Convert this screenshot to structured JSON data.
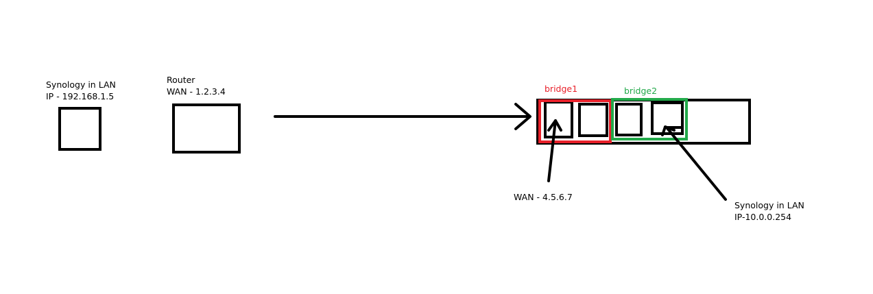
{
  "labels": {
    "synology_lan_1_line1": "Synology in LAN",
    "synology_lan_1_line2": "IP - 192.168.1.5",
    "router_line1": "Router",
    "router_line2": "WAN - 1.2.3.4",
    "bridge1": "bridge1",
    "bridge2": "bridge2",
    "wan_device": "WAN - 4.5.6.7",
    "synology_lan_2_line1": "Synology in LAN",
    "synology_lan_2_line2": "IP-10.0.0.254"
  },
  "colors": {
    "outline": "#000000",
    "bridge1": "#e8202a",
    "bridge2": "#22a94a"
  }
}
